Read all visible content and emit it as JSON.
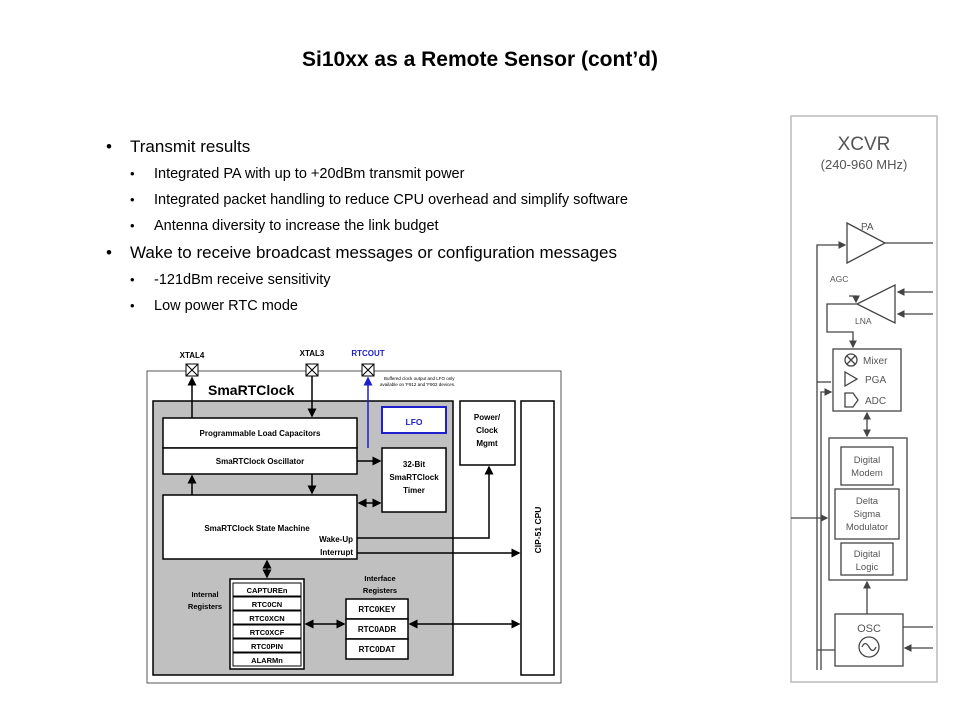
{
  "slide": {
    "title": "Si10xx as a Remote Sensor (cont’d)",
    "bullets": [
      {
        "text": "Transmit  results",
        "sub": [
          "Integrated PA with up to +20dBm transmit power",
          "Integrated packet handling to reduce CPU overhead and simplify software",
          "Antenna diversity to increase the link budget"
        ]
      },
      {
        "text": "Wake to receive broadcast messages or configuration messages",
        "sub": [
          "-121dBm receive sensitivity",
          "Low power RTC mode"
        ]
      }
    ]
  },
  "rtc_diagram": {
    "pins": {
      "xtal4": "XTAL4",
      "xtal3": "XTAL3",
      "rtcout": "RTCOUT"
    },
    "title": "SmaRTClock",
    "note_line1": "Buffered clock output and LFO only",
    "note_line2": "available on 'F912 and 'F902 devices.",
    "plc": "Programmable Load Capacitors",
    "osc": "SmaRTClock Oscillator",
    "lfo": "LFO",
    "timer": [
      "32-Bit",
      "SmaRTClock",
      "Timer"
    ],
    "power": [
      "Power/",
      "Clock",
      "Mgmt"
    ],
    "state_machine": "SmaRTClock State Machine",
    "wakeup": "Wake-Up",
    "interrupt": "Interrupt",
    "cpu": "CIP-51 CPU",
    "internal_label": [
      "Internal",
      "Registers"
    ],
    "internal_registers": [
      "CAPTUREn",
      "RTC0CN",
      "RTC0XCN",
      "RTC0XCF",
      "RTC0PIN",
      "ALARMn"
    ],
    "interface_label": [
      "Interface",
      "Registers"
    ],
    "interface_registers": [
      "RTC0KEY",
      "RTC0ADR",
      "RTC0DAT"
    ],
    "colors": {
      "blue": "#1f1fcc",
      "gray": "#c0c0c0"
    }
  },
  "xcvr_diagram": {
    "title": "XCVR",
    "subtitle": "(240-960 MHz)",
    "pa": "PA",
    "agc": "AGC",
    "lna": "LNA",
    "mixer": "Mixer",
    "pga": "PGA",
    "adc": "ADC",
    "modem": [
      "Digital",
      "Modem"
    ],
    "dsm": [
      "Delta",
      "Sigma",
      "Modulator"
    ],
    "logic": [
      "Digital",
      "Logic"
    ],
    "osc": "OSC"
  }
}
